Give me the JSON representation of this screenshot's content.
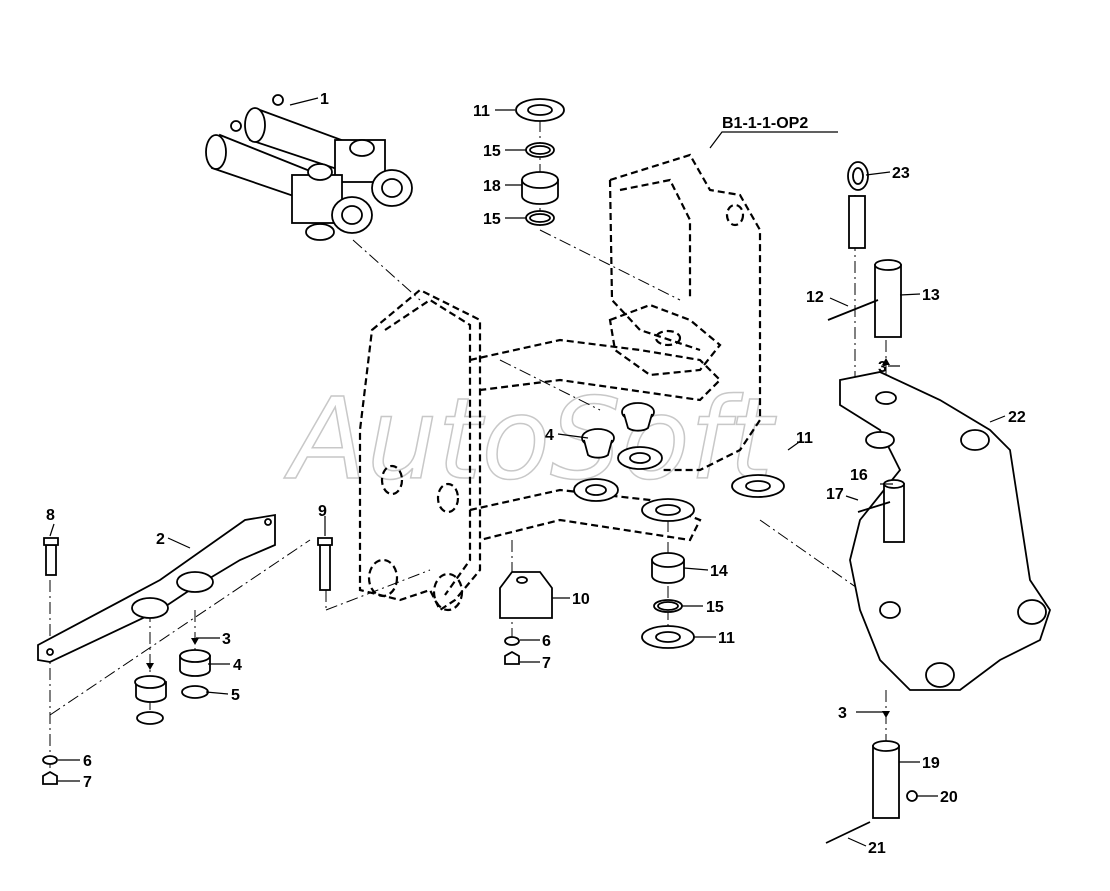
{
  "reference": "B1-1-1-OP2",
  "watermark": "AutoSoft",
  "callouts": [
    {
      "id": "c1",
      "label": "1"
    },
    {
      "id": "c2",
      "label": "2"
    },
    {
      "id": "c3a",
      "label": "3"
    },
    {
      "id": "c3b",
      "label": "3"
    },
    {
      "id": "c3c",
      "label": "3"
    },
    {
      "id": "c4a",
      "label": "4"
    },
    {
      "id": "c4b",
      "label": "4"
    },
    {
      "id": "c5",
      "label": "5"
    },
    {
      "id": "c6a",
      "label": "6"
    },
    {
      "id": "c6b",
      "label": "6"
    },
    {
      "id": "c7a",
      "label": "7"
    },
    {
      "id": "c7b",
      "label": "7"
    },
    {
      "id": "c8",
      "label": "8"
    },
    {
      "id": "c9",
      "label": "9"
    },
    {
      "id": "c10",
      "label": "10"
    },
    {
      "id": "c11a",
      "label": "11"
    },
    {
      "id": "c11b",
      "label": "11"
    },
    {
      "id": "c11c",
      "label": "11"
    },
    {
      "id": "c12",
      "label": "12"
    },
    {
      "id": "c13",
      "label": "13"
    },
    {
      "id": "c14",
      "label": "14"
    },
    {
      "id": "c15a",
      "label": "15"
    },
    {
      "id": "c15b",
      "label": "15"
    },
    {
      "id": "c15c",
      "label": "15"
    },
    {
      "id": "c16",
      "label": "16"
    },
    {
      "id": "c17",
      "label": "17"
    },
    {
      "id": "c18",
      "label": "18"
    },
    {
      "id": "c19",
      "label": "19"
    },
    {
      "id": "c20",
      "label": "20"
    },
    {
      "id": "c21",
      "label": "21"
    },
    {
      "id": "c22",
      "label": "22"
    },
    {
      "id": "c23",
      "label": "23"
    }
  ]
}
